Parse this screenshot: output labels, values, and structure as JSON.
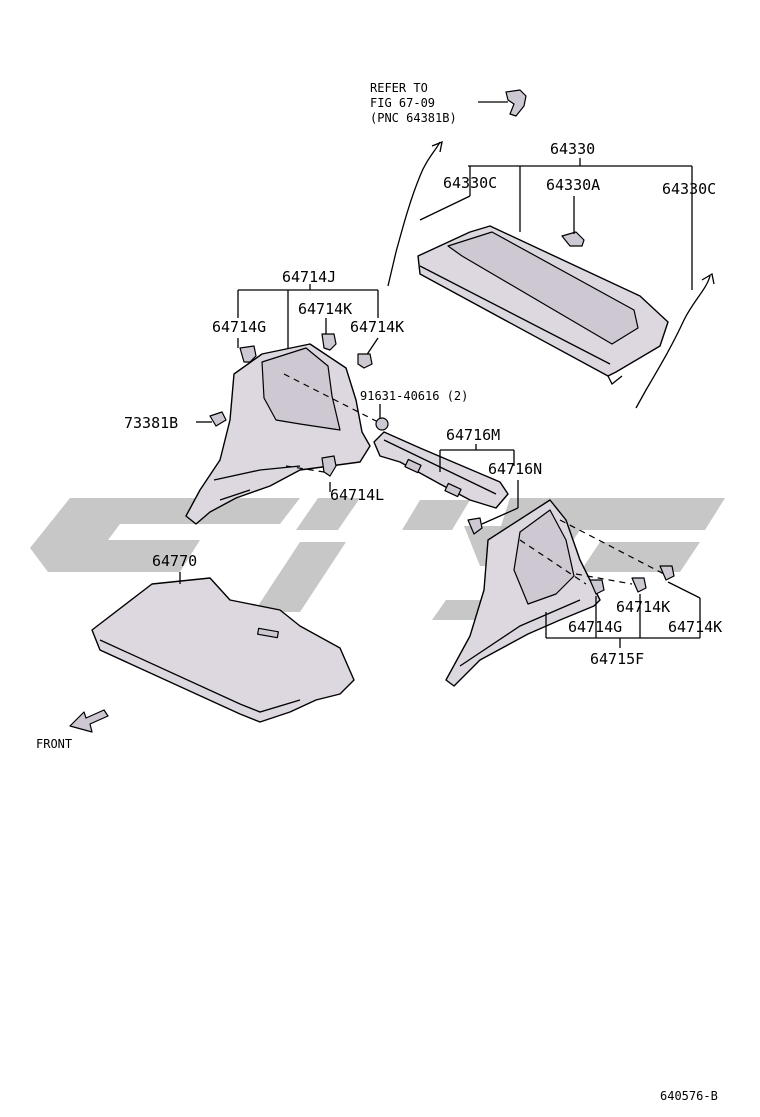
{
  "labels": {
    "refer_line1": "REFER TO",
    "refer_line2": "FIG 67-09",
    "refer_line3": "(PNC 64381B)",
    "p64330": "64330",
    "p64330C_left": "64330C",
    "p64330A": "64330A",
    "p64330C_right": "64330C",
    "p64714J": "64714J",
    "p64714K_a": "64714K",
    "p64714G_a": "64714G",
    "p64714K_b": "64714K",
    "p91631": "91631-40616 (2)",
    "p73381B": "73381B",
    "p64716M": "64716M",
    "p64716N": "64716N",
    "p64714L": "64714L",
    "p64770": "64770",
    "p64714K_c": "64714K",
    "p64714G_b": "64714G",
    "p64714K_d": "64714K",
    "p64715F": "64715F",
    "front": "FRONT",
    "figure_id": "640576-B"
  },
  "colors": {
    "line": "#000000",
    "part_fill": "#ddd8e0",
    "watermark": "#b9b9b9"
  }
}
